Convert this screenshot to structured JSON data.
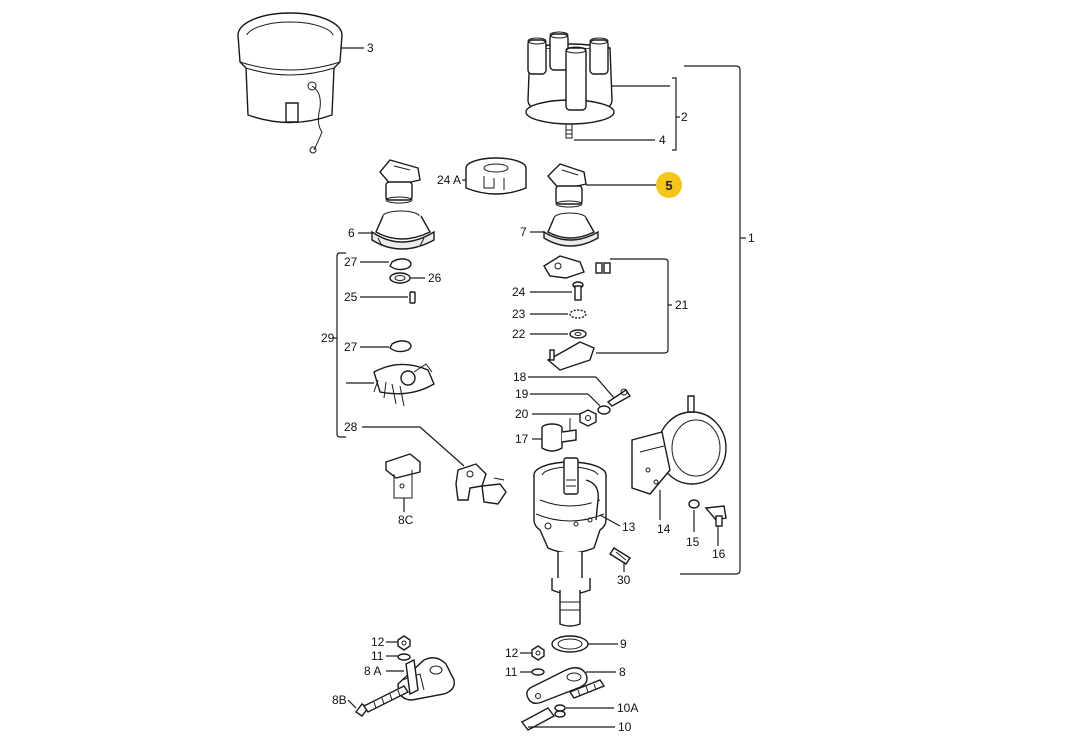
{
  "labels": {
    "l1": "1",
    "l2": "2",
    "l3": "3",
    "l4": "4",
    "l5": "5",
    "l6": "6",
    "l7": "7",
    "l8": "8",
    "l8a": "8 A",
    "l8b": "8B",
    "l8c": "8C",
    "l9": "9",
    "l10": "10",
    "l10a": "10A",
    "l11a": "11",
    "l11b": "11",
    "l12a": "12",
    "l12b": "12",
    "l13": "13",
    "l14": "14",
    "l15": "15",
    "l16": "16",
    "l17": "17",
    "l18": "18",
    "l19": "19",
    "l20": "20",
    "l21": "21",
    "l22": "22",
    "l23": "23",
    "l24": "24",
    "l24a": "24 A",
    "l25": "25",
    "l26": "26",
    "l27a": "27",
    "l27b": "27",
    "l28": "28",
    "l29": "29",
    "l30": "30"
  },
  "highlight": {
    "label": "5",
    "color": "#f5c518"
  }
}
